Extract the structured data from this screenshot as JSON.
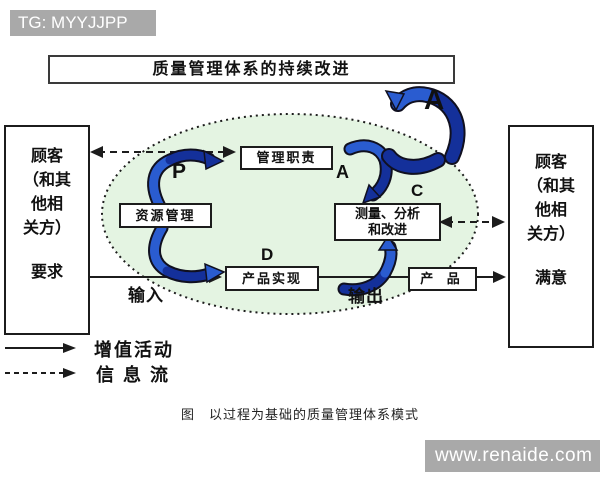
{
  "badge": "TG: MYYJJPP",
  "title": "质量管理体系的持续改进",
  "customer_left": {
    "l1": "顾客",
    "l2": "（和其",
    "l3": "他相",
    "l4": "关方）",
    "label": "要求"
  },
  "customer_right": {
    "l1": "顾客",
    "l2": "（和其",
    "l3": "他相",
    "l4": "关方）",
    "label": "满意"
  },
  "process": {
    "management": "管理职责",
    "resources": "资源管理",
    "measurement_l1": "测量、分析",
    "measurement_l2": "和改进",
    "realization": "产品实现",
    "product": "产 品"
  },
  "pdca": {
    "p": "P",
    "d": "D",
    "c": "C",
    "a_inner": "A",
    "a_outer": "A"
  },
  "flow": {
    "input": "输入",
    "output": "输出"
  },
  "legend": {
    "solid": "增值活动",
    "dashed": "信 息 流"
  },
  "caption": "图　以过程为基础的质量管理体系模式",
  "watermark": "www.renaide.com",
  "colors": {
    "arrow_blue": "#2a5cd0",
    "arrow_navy": "#14309a",
    "ellipse_fill": "#e4f4e2",
    "gray": "#a9a9a9"
  }
}
